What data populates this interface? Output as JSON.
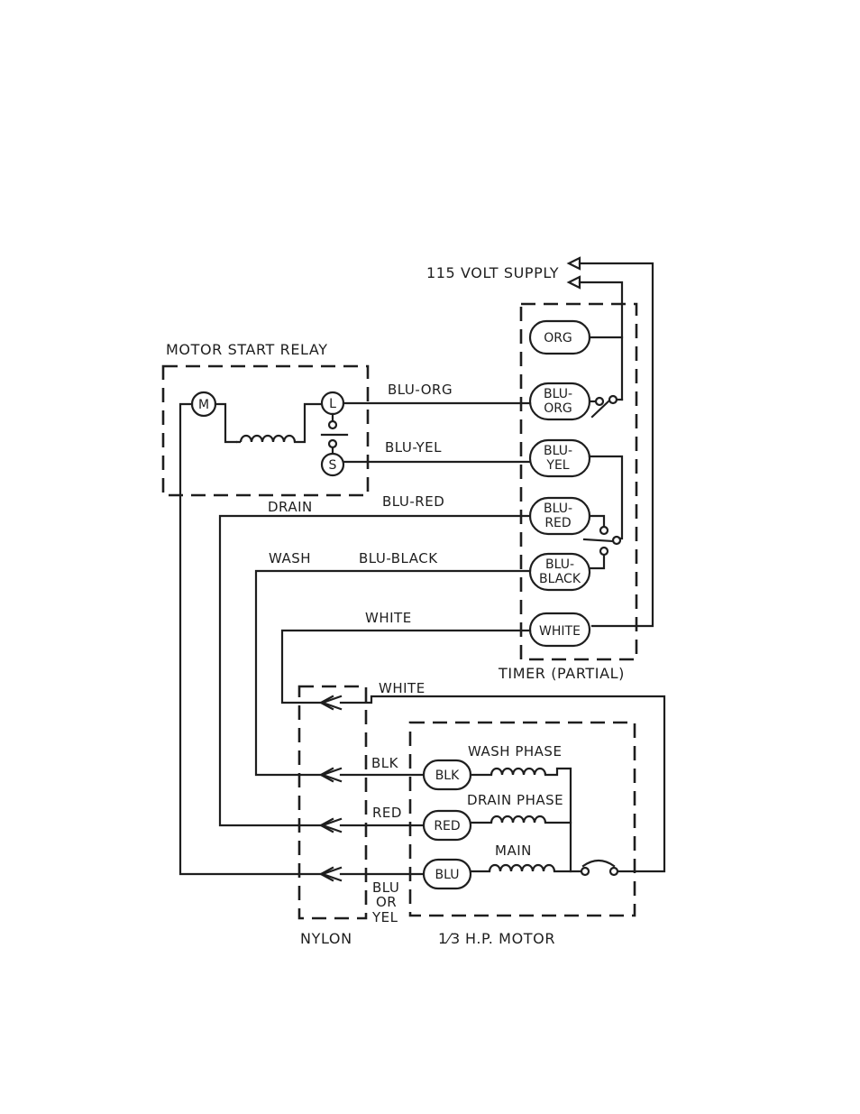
{
  "supply": {
    "label": "115 VOLT SUPPLY"
  },
  "relay": {
    "title": "MOTOR START RELAY",
    "terminal_m": "M",
    "terminal_l": "L",
    "terminal_s": "S"
  },
  "timer": {
    "title": "TIMER (PARTIAL)",
    "terminals": [
      {
        "line1": "ORG",
        "line2": ""
      },
      {
        "line1": "BLU-",
        "line2": "ORG"
      },
      {
        "line1": "BLU-",
        "line2": "YEL"
      },
      {
        "line1": "BLU-",
        "line2": "RED"
      },
      {
        "line1": "BLU-",
        "line2": "BLACK"
      },
      {
        "line1": "WHITE",
        "line2": ""
      }
    ]
  },
  "wires": {
    "blu_org": "BLU-ORG",
    "blu_yel": "BLU-YEL",
    "drain": "DRAIN",
    "blu_red": "BLU-RED",
    "wash": "WASH",
    "blu_black": "BLU-BLACK",
    "white_timer": "WHITE",
    "white_motor": "WHITE"
  },
  "connector": {
    "title": "NYLON",
    "blk": "BLK",
    "red": "RED",
    "blu_or_yel": [
      "BLU",
      "OR",
      "YEL"
    ]
  },
  "motor": {
    "title_fraction": "1⁄3",
    "title_rest": "H.P. MOTOR",
    "wash_phase": "WASH PHASE",
    "drain_phase": "DRAIN PHASE",
    "main": "MAIN",
    "terminals": [
      "BLK",
      "RED",
      "BLU"
    ]
  }
}
